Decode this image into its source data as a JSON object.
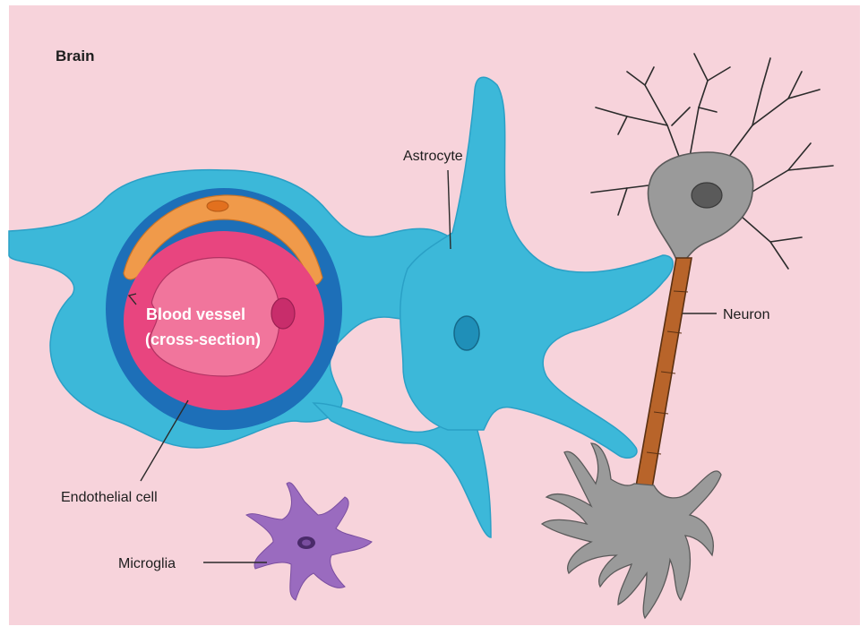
{
  "title": "Brain",
  "labels": {
    "astrocyte": "Astrocyte",
    "neuron": "Neuron",
    "blood_vessel_line1": "Blood vessel",
    "blood_vessel_line2": "(cross-section)",
    "endothelial": "Endothelial cell",
    "microglia": "Microglia"
  },
  "colors": {
    "background": "#f7d3db",
    "astrocyte": "#3cb8d9",
    "astrocyte_dark": "#1f8fb8",
    "vessel_ring": "#1d6fb8",
    "vessel_fill": "#e8457f",
    "vessel_inner": "#f1759c",
    "endothelial": "#f09a4a",
    "neuron_body": "#9a9a9a",
    "axon": "#b8642a",
    "dendrite": "#2b2b2b",
    "microglia": "#9a6bbf"
  }
}
